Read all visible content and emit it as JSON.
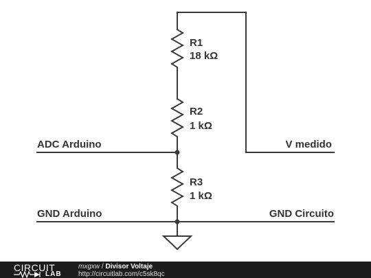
{
  "schematic": {
    "resistors": [
      {
        "name": "R1",
        "value": "18 kΩ"
      },
      {
        "name": "R2",
        "value": "1 kΩ"
      },
      {
        "name": "R3",
        "value": "1 kΩ"
      }
    ],
    "ports": {
      "adc_arduino": "ADC Arduino",
      "v_medido": "V medido",
      "gnd_arduino": "GND Arduino",
      "gnd_circuito": "GND Circuito"
    }
  },
  "footer": {
    "logo_top": "CIRCUIT",
    "logo_bottom": "LAB",
    "user": "mxgxw",
    "separator": " / ",
    "title": "Divisor Voltaje",
    "url": "http://circuitlab.com/c5sk8qc"
  },
  "colors": {
    "wire": "#3a3a3a",
    "footer_bg": "#1c1c1c"
  }
}
